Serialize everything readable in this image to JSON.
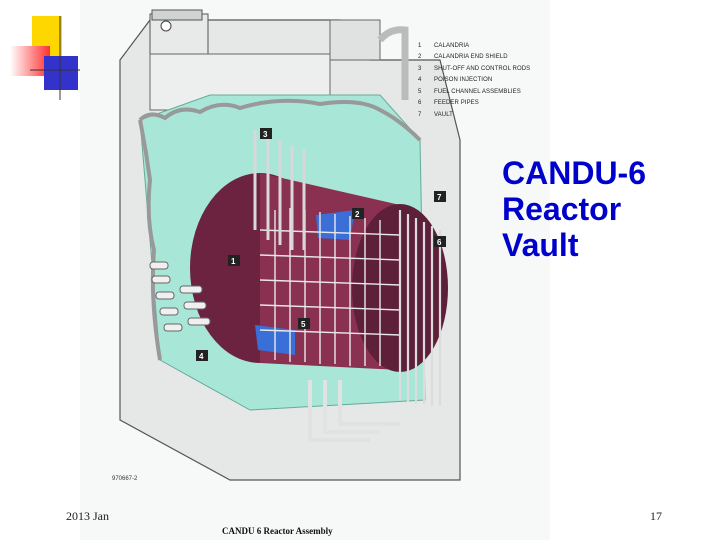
{
  "slide": {
    "title_lines": [
      "CANDU-6",
      "Reactor",
      "Vault"
    ],
    "footer_date": "2013 Jan",
    "page_number": "17"
  },
  "figure": {
    "caption": "CANDU 6 Reactor Assembly",
    "figure_code": "970667-2",
    "legend": [
      {
        "num": "1",
        "label": "CALANDRIA"
      },
      {
        "num": "2",
        "label": "CALANDRIA END SHIELD"
      },
      {
        "num": "3",
        "label": "SHUT-OFF AND CONTROL RODS"
      },
      {
        "num": "4",
        "label": "POISON INJECTION"
      },
      {
        "num": "5",
        "label": "FUEL CHANNEL ASSEMBLIES"
      },
      {
        "num": "6",
        "label": "FEEDER PIPES"
      },
      {
        "num": "7",
        "label": "VAULT"
      }
    ],
    "callouts": [
      "1",
      "2",
      "3",
      "4",
      "5",
      "6",
      "7"
    ]
  },
  "colors": {
    "title": "#0000cc",
    "deco_yellow": "#ffd700",
    "deco_red": "#ff3030",
    "deco_blue": "#3333cc",
    "calandria_maroon": "#6b2340",
    "vault_water": "#a8e6d8",
    "end_shield_blue": "#3a6fd8",
    "concrete": "#e6e8e8"
  }
}
